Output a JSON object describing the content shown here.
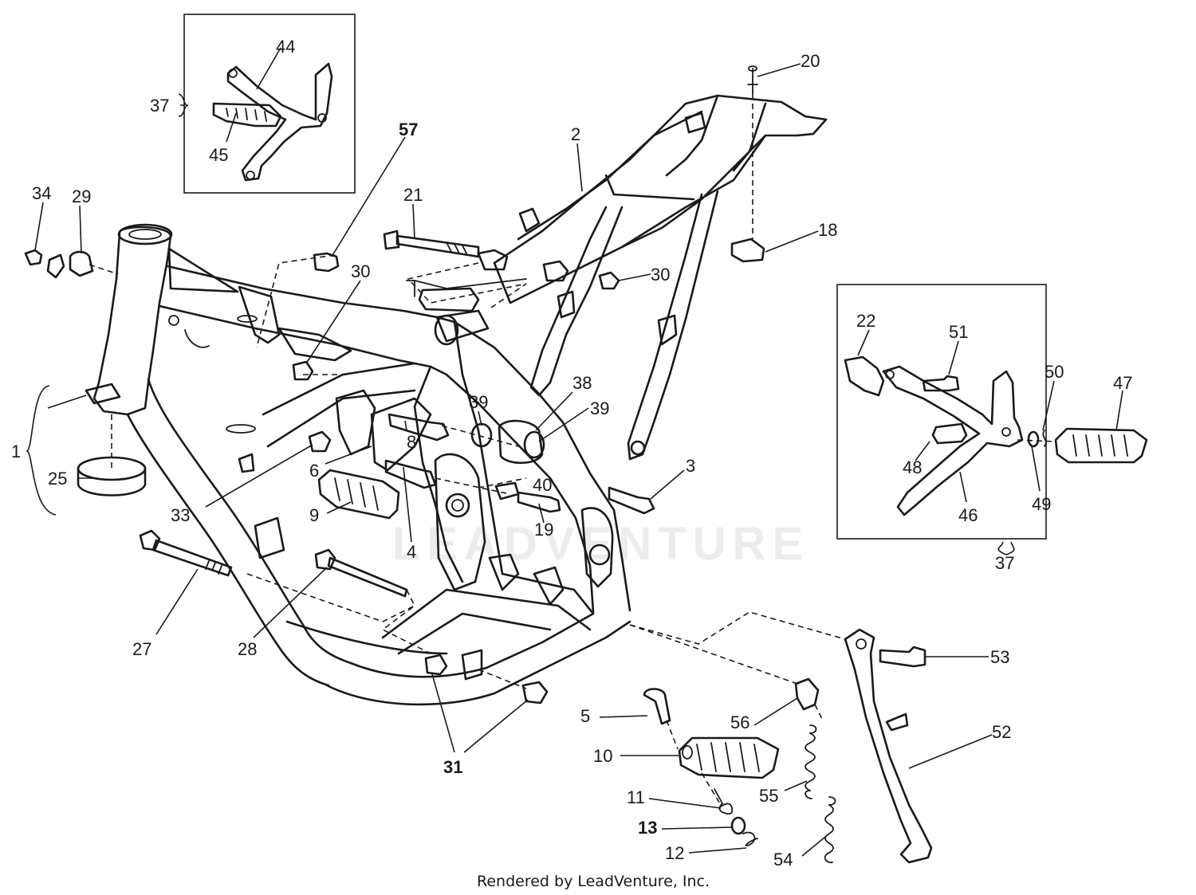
{
  "watermark": "LEADVENTURE",
  "footer": "Rendered by LeadVenture, Inc.",
  "callouts": [
    {
      "id": "44",
      "label": "44"
    },
    {
      "id": "37a",
      "label": "37"
    },
    {
      "id": "45",
      "label": "45"
    },
    {
      "id": "57",
      "label": "57",
      "bold": true
    },
    {
      "id": "34",
      "label": "34"
    },
    {
      "id": "29",
      "label": "29"
    },
    {
      "id": "20",
      "label": "20"
    },
    {
      "id": "2",
      "label": "2"
    },
    {
      "id": "21",
      "label": "21"
    },
    {
      "id": "18",
      "label": "18"
    },
    {
      "id": "30a",
      "label": "30"
    },
    {
      "id": "30b",
      "label": "30"
    },
    {
      "id": "22",
      "label": "22"
    },
    {
      "id": "51",
      "label": "51"
    },
    {
      "id": "50",
      "label": "50"
    },
    {
      "id": "47",
      "label": "47"
    },
    {
      "id": "38",
      "label": "38"
    },
    {
      "id": "39a",
      "label": "39"
    },
    {
      "id": "39b",
      "label": "39"
    },
    {
      "id": "8",
      "label": "8"
    },
    {
      "id": "1",
      "label": "1"
    },
    {
      "id": "25",
      "label": "25"
    },
    {
      "id": "6",
      "label": "6"
    },
    {
      "id": "33",
      "label": "33"
    },
    {
      "id": "9",
      "label": "9"
    },
    {
      "id": "40",
      "label": "40"
    },
    {
      "id": "3",
      "label": "3"
    },
    {
      "id": "19",
      "label": "19"
    },
    {
      "id": "4",
      "label": "4"
    },
    {
      "id": "48",
      "label": "48"
    },
    {
      "id": "49",
      "label": "49"
    },
    {
      "id": "46",
      "label": "46"
    },
    {
      "id": "37b",
      "label": "37"
    },
    {
      "id": "27",
      "label": "27"
    },
    {
      "id": "28",
      "label": "28"
    },
    {
      "id": "53",
      "label": "53"
    },
    {
      "id": "5",
      "label": "5"
    },
    {
      "id": "56",
      "label": "56"
    },
    {
      "id": "52",
      "label": "52"
    },
    {
      "id": "10",
      "label": "10"
    },
    {
      "id": "31",
      "label": "31",
      "bold": true
    },
    {
      "id": "55",
      "label": "55"
    },
    {
      "id": "11",
      "label": "11"
    },
    {
      "id": "13",
      "label": "13",
      "bold": true
    },
    {
      "id": "12",
      "label": "12"
    },
    {
      "id": "54",
      "label": "54"
    }
  ]
}
